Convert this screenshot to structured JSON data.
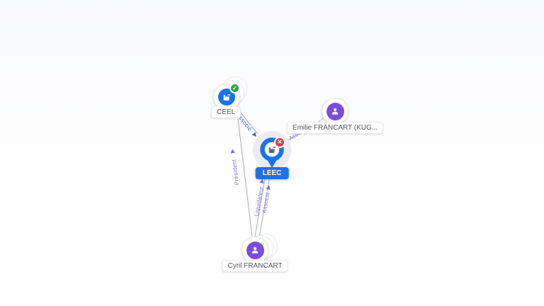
{
  "app": {
    "view": "relations-graph"
  },
  "nodes": {
    "ceel": {
      "label": "CEEL",
      "type": "company",
      "status": "active",
      "badge": "check"
    },
    "leec": {
      "label": "LEEC",
      "type": "company",
      "status": "closed",
      "badge": "cross",
      "selected": true
    },
    "emilie": {
      "label": "Emilie FRANCART (KUG...",
      "type": "person"
    },
    "cyril": {
      "label": "Cyril FRANCART",
      "type": "person"
    }
  },
  "edges": {
    "ceel_leec": {
      "from": "CEEL",
      "to": "LEEC",
      "label": "Associé",
      "color": "#3a64d8"
    },
    "cyril_ceel": {
      "from": "Cyril FRANCART",
      "to": "CEEL",
      "label": "Président",
      "color": "#7a72d4"
    },
    "cyril_leec_1": {
      "from": "Cyril FRANCART",
      "to": "LEEC",
      "label": "Liquidateur",
      "color": "#7a72d4"
    },
    "cyril_leec_2": {
      "from": "Cyril FRANCART",
      "to": "LEEC",
      "label": "Associé",
      "color": "#7a72d4"
    },
    "emilie_leec": {
      "from": "Emilie FRANCART (KUG...",
      "to": "LEEC",
      "label": "Associé",
      "color": "#7a72d4"
    }
  },
  "badges": {
    "check": "✓",
    "cross": "✕"
  },
  "colors": {
    "accent_blue": "#1a73e8",
    "person_purple": "#7c4ddc",
    "active_green": "#2fa24f",
    "closed_red": "#e23c50",
    "edge_gray": "#a7adbf",
    "edge_label_blue": "#3a64d8",
    "edge_label_purple": "#7a72d4"
  }
}
